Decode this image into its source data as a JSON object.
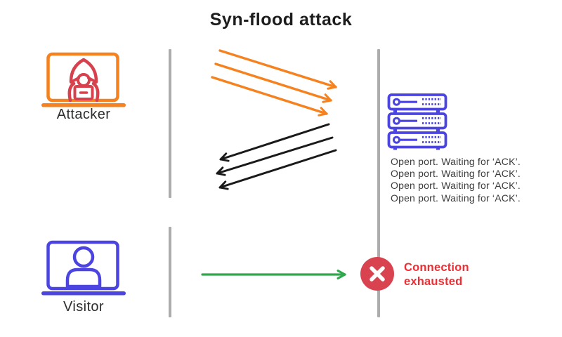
{
  "title": "Syn-flood attack",
  "actors": {
    "attacker": {
      "label": "Attacker",
      "icon": "hacker-laptop-icon",
      "accent_color": "#F5821F",
      "figure_color": "#D7414D"
    },
    "visitor": {
      "label": "Visitor",
      "icon": "user-laptop-icon",
      "accent_color": "#4B44E0"
    }
  },
  "server": {
    "icon": "server-rack-icon",
    "color": "#4B44E0",
    "messages": [
      "Open port. Waiting for ‘ACK’.",
      "Open port. Waiting for ‘ACK’.",
      "Open port. Waiting for ‘ACK’.",
      "Open port. Waiting for ‘ACK’."
    ]
  },
  "flows": {
    "syn": {
      "count": 3,
      "color": "#F5821F",
      "direction": "attacker-to-server"
    },
    "syn_ack": {
      "count": 3,
      "color": "#1A1A1A",
      "direction": "server-to-attacker"
    },
    "visitor_request": {
      "count": 1,
      "color": "#2EA84C",
      "direction": "visitor-to-server"
    }
  },
  "status": {
    "label": "Connection exhausted",
    "icon": "x-circle-icon",
    "badge_color": "#D8434F",
    "text_color": "#EE2E34"
  },
  "colors": {
    "timeline": "#ACACAC",
    "title_text": "#1C1C1C",
    "message_text": "#3C3C3C"
  }
}
